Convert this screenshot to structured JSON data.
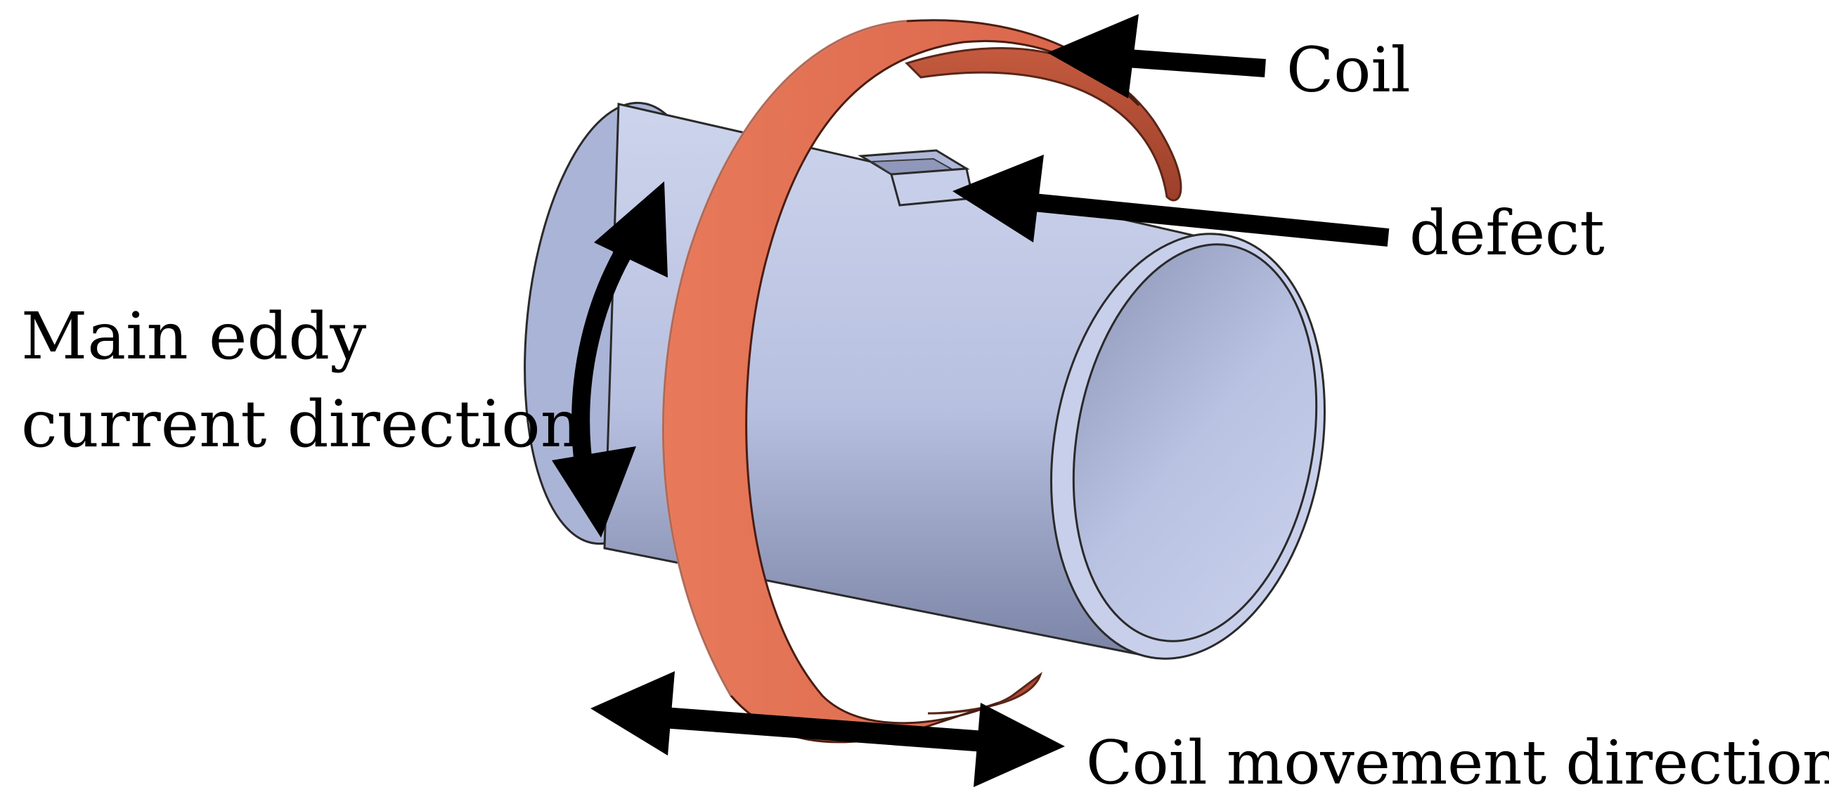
{
  "labels": {
    "coil": "Coil",
    "defect": "defect",
    "eddy_line1": "Main eddy",
    "eddy_line2": "current direction",
    "movement": "Coil movement direction"
  },
  "colors": {
    "pipe_light": "#c2cbe6",
    "pipe_mid": "#aab4d6",
    "pipe_dark": "#7a83a3",
    "coil_light": "#e87a5c",
    "coil_dark": "#a9472e",
    "arrow": "#000000",
    "background": "#ffffff"
  },
  "icons": {
    "eddy_arrow": "double-headed-curved-arrow",
    "movement_arrow": "double-headed-straight-arrow",
    "pointer_arrow": "single-headed-arrow"
  }
}
